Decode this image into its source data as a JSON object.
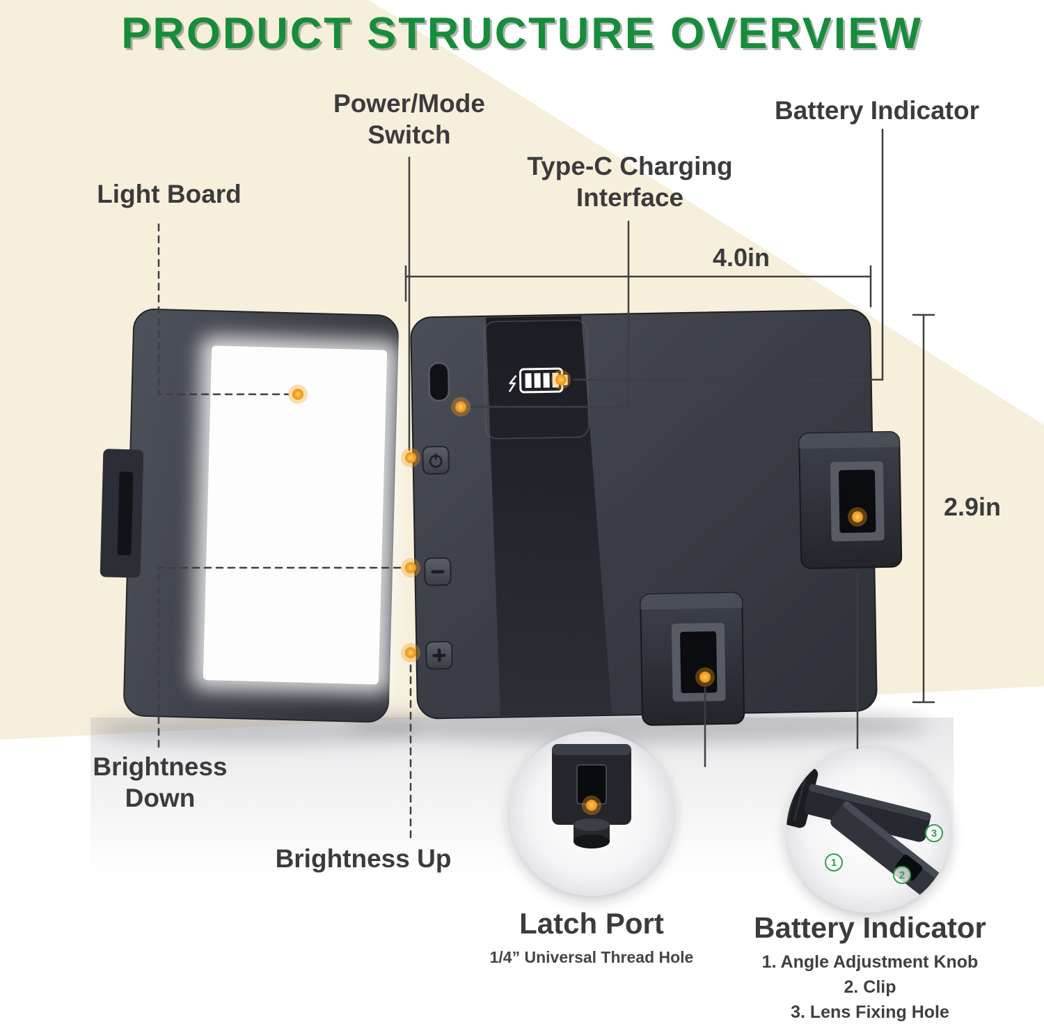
{
  "title": "PRODUCT STRUCTURE OVERVIEW",
  "callout_labels": {
    "light_board": "Light Board",
    "power_mode_switch": "Power/Mode Switch",
    "type_c_charging": "Type-C Charging Interface",
    "battery_indicator": "Battery Indicator",
    "brightness_down": "Brightness Down",
    "brightness_up": "Brightness Up"
  },
  "dimensions": {
    "width": "4.0in",
    "height": "2.9in"
  },
  "insets": {
    "latch_port": {
      "title": "Latch Port",
      "subtitle": "1/4” Universal Thread Hole"
    },
    "battery_indicator": {
      "title": "Battery Indicator",
      "items": [
        "1. Angle Adjustment Knob",
        "2. Clip",
        "3. Lens Fixing Hole"
      ],
      "callout_numbers": [
        "1",
        "2",
        "3"
      ]
    }
  },
  "icons": {
    "callout_dot": "orange-glow-dot",
    "battery_indicator": "battery-with-level-bars",
    "power_mode_button": "power-symbol",
    "brightness_down_button": "minus",
    "brightness_up_button": "plus",
    "usb_c_port": "usb-c-oval"
  },
  "colors": {
    "title_green": "#178c3b",
    "label_gray": "#3b3b3d",
    "callout_orange": "#f5a01e",
    "callout_number_green": "#2f9e51",
    "device_dark": "#33363e",
    "background_cream": "#f6efdb"
  }
}
